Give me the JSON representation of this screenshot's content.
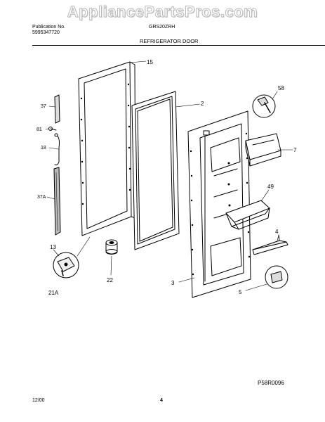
{
  "watermark": "AppliancePartsPros.com",
  "header": {
    "publication_label": "Publication No.",
    "publication_number": "5995347720",
    "model": "GRS20ZRH",
    "section_title": "REFRIGERATOR DOOR"
  },
  "callouts": [
    "15",
    "2",
    "58",
    "37",
    "81",
    "18",
    "7",
    "49",
    "37A",
    "4",
    "13",
    "22",
    "3",
    "5",
    "21A"
  ],
  "footer": {
    "date": "12/00",
    "page_number": "4",
    "figure_code": "P58R0096"
  }
}
